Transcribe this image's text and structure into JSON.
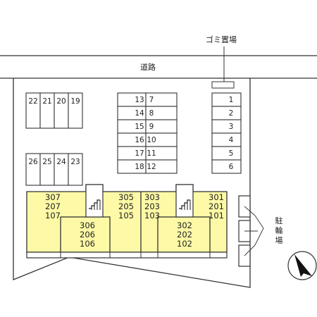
{
  "garbage_label": "ゴミ置場",
  "road_label": "道路",
  "bike_parking_label": "駐輪場",
  "north_icon": "north-arrow-icon",
  "stairs_icon": "stairs-icon",
  "parking": {
    "top_left_row": [
      "22",
      "21",
      "20",
      "19"
    ],
    "bottom_left_row": [
      "26",
      "25",
      "24",
      "23"
    ],
    "middle_left_column": [
      "13",
      "14",
      "15",
      "16",
      "17",
      "18"
    ],
    "middle_right_column": [
      "7",
      "8",
      "9",
      "10",
      "11",
      "12"
    ],
    "right_column": [
      "1",
      "2",
      "3",
      "4",
      "5",
      "6"
    ]
  },
  "units": {
    "west_back": [
      "307",
      "207",
      "107"
    ],
    "west_front": [
      "306",
      "206",
      "106"
    ],
    "center_back": [
      "305",
      "205",
      "105"
    ],
    "east_mid_back": [
      "303",
      "203",
      "103"
    ],
    "east_front": [
      "302",
      "202",
      "102"
    ],
    "east_back": [
      "301",
      "201",
      "101"
    ]
  },
  "colors": {
    "building_fill": "#fdf9a6",
    "line": "#333333",
    "background": "#ffffff"
  }
}
